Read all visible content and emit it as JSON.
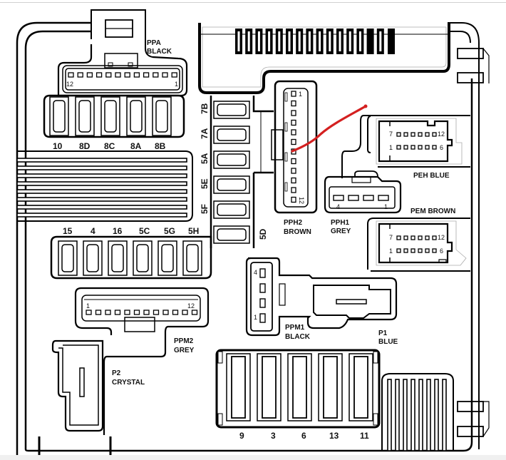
{
  "diagram": {
    "title": "Fuse box layout",
    "connectors": {
      "ppa": {
        "name": "PPA",
        "color": "BLACK",
        "pin_first": "12",
        "pin_last": "1"
      },
      "pph2": {
        "name": "PPH2",
        "color": "BROWN",
        "pin_first": "1",
        "pin_last": "12"
      },
      "pph1": {
        "name": "PPH1",
        "color": "GREY",
        "pin_left": "4",
        "pin_right": "1"
      },
      "peh": {
        "name": "PEH BLUE",
        "pin_tl": "7",
        "pin_tr": "12",
        "pin_bl": "1",
        "pin_br": "6"
      },
      "pem": {
        "name": "PEM BROWN",
        "pin_tl": "7",
        "pin_tr": "12",
        "pin_bl": "1",
        "pin_br": "6"
      },
      "ppm2": {
        "name": "PPM2",
        "color": "GREY",
        "pin_first": "1",
        "pin_last": "12"
      },
      "ppm1": {
        "name": "PPM1",
        "color": "BLACK",
        "pin_top": "4",
        "pin_bottom": "1"
      },
      "p1": {
        "name": "P1",
        "color": "BLUE"
      },
      "p2": {
        "name": "P2",
        "color": "CRYSTAL"
      }
    },
    "fuse_rows": {
      "top_row": [
        "10",
        "8D",
        "8C",
        "8A",
        "8B"
      ],
      "vertical_column": [
        "7B",
        "7A",
        "5A",
        "5E",
        "5F",
        "5D"
      ],
      "middle_row": [
        "15",
        "4",
        "16",
        "5C",
        "5G",
        "5H"
      ],
      "bottom_maxi": [
        "9",
        "3",
        "6",
        "13",
        "11"
      ]
    },
    "annotation": {
      "type": "hand-drawn line",
      "color": "#d42020",
      "points_to": "PPH2 pin 7"
    },
    "colors": {
      "line": "#000000",
      "annotation": "#d42020",
      "background": "#ffffff"
    }
  }
}
